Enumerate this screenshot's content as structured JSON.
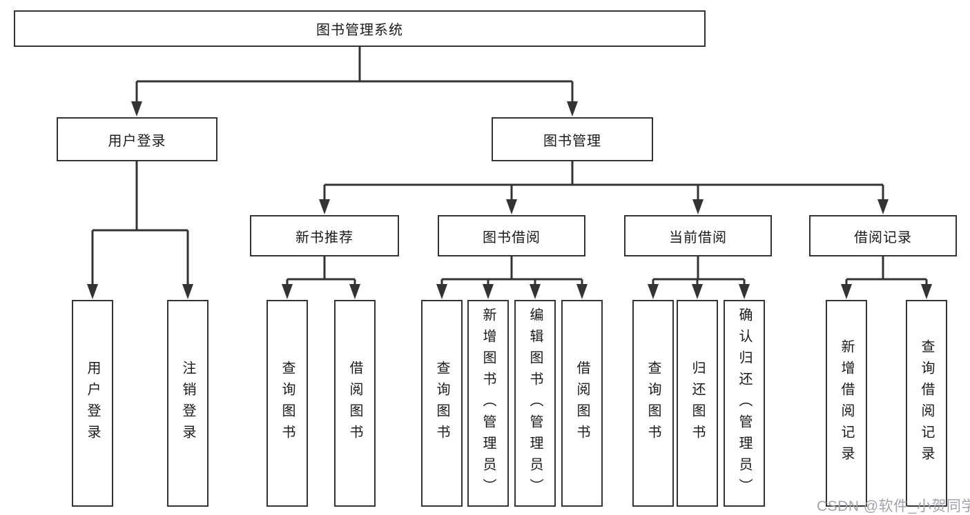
{
  "diagram": {
    "root": {
      "label": "图书管理系统"
    },
    "level2": [
      {
        "label": "用户登录"
      },
      {
        "label": "图书管理"
      }
    ],
    "level3": [
      {
        "label": "新书推荐"
      },
      {
        "label": "图书借阅"
      },
      {
        "label": "当前借阅"
      },
      {
        "label": "借阅记录"
      }
    ],
    "leaves": {
      "user_login": [
        {
          "label": "用户登录"
        },
        {
          "label": "注销登录"
        }
      ],
      "new_book_recommend": [
        {
          "label": "查询图书"
        },
        {
          "label": "借阅图书"
        }
      ],
      "book_borrow": [
        {
          "label": "查询图书"
        },
        {
          "label": "新增图书（管理员）"
        },
        {
          "label": "编辑图书（管理员）"
        },
        {
          "label": "借阅图书"
        }
      ],
      "current_borrow": [
        {
          "label": "查询图书"
        },
        {
          "label": "归还图书"
        },
        {
          "label": "确认归还（管理员）"
        }
      ],
      "borrow_record": [
        {
          "label": "新增借阅记录"
        },
        {
          "label": "查询借阅记录"
        }
      ]
    },
    "watermark": "CSDN @软件_小贺同学",
    "colors": {
      "line": "#333333",
      "box_border": "#333333",
      "text": "#1a1a1a",
      "watermark": "#a2a2a8",
      "background": "#ffffff"
    }
  }
}
